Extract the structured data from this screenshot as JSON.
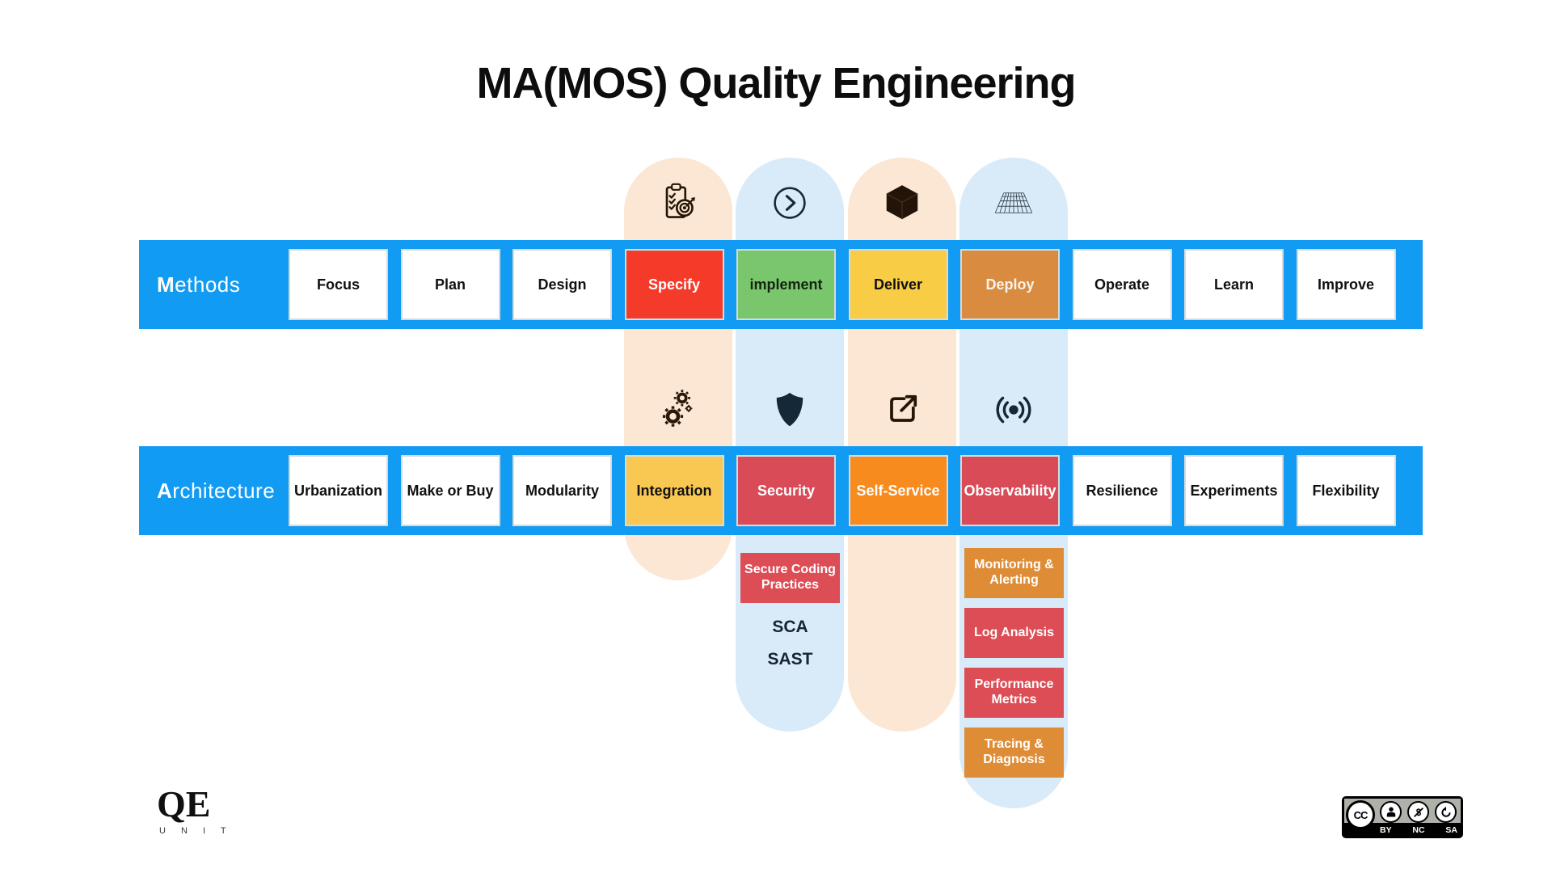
{
  "title": "MA(MOS) Quality Engineering",
  "colors": {
    "bar_blue": "#129BF3",
    "pill_peach": "#FBE7D4",
    "pill_blue": "#D9EBF9",
    "box_border": "#D9D9D9",
    "specify_red": "#F43B2A",
    "implement_green": "#79C66D",
    "deliver_yellow": "#F9CC46",
    "deploy_orange": "#D98C3F",
    "integration_yellow": "#F9C852",
    "security_red": "#D84B57",
    "self_service_orange": "#F88B1E",
    "observability_red": "#D84B57",
    "sub_red": "#DD4D56",
    "sub_orange": "#DE8C36"
  },
  "pills": [
    {
      "column": "specify-integration",
      "color": "#FBE7D4",
      "top_icon": "clipboard-target-icon",
      "mid_icon": "gears-icon"
    },
    {
      "column": "implement-security",
      "color": "#D9EBF9",
      "top_icon": "chevron-circle-icon",
      "mid_icon": "shield-icon"
    },
    {
      "column": "deliver-selfservice",
      "color": "#FBE7D4",
      "top_icon": "cube-icon",
      "mid_icon": "external-link-icon"
    },
    {
      "column": "deploy-observability",
      "color": "#D9EBF9",
      "top_icon": "grid-plane-icon",
      "mid_icon": "broadcast-icon"
    }
  ],
  "methods": {
    "label_initial": "M",
    "label_rest": "ethods",
    "bar_color": "#129BF3",
    "items": [
      {
        "label": "Focus",
        "bg": "#FFFFFF",
        "fg": "#111111"
      },
      {
        "label": "Plan",
        "bg": "#FFFFFF",
        "fg": "#111111"
      },
      {
        "label": "Design",
        "bg": "#FFFFFF",
        "fg": "#111111"
      },
      {
        "label": "Specify",
        "bg": "#F43B2A",
        "fg": "#FFFFFF"
      },
      {
        "label": "implement",
        "bg": "#79C66D",
        "fg": "#14240F"
      },
      {
        "label": "Deliver",
        "bg": "#F9CC46",
        "fg": "#111111"
      },
      {
        "label": "Deploy",
        "bg": "#D98C3F",
        "fg": "#F7F3EC"
      },
      {
        "label": "Operate",
        "bg": "#FFFFFF",
        "fg": "#111111"
      },
      {
        "label": "Learn",
        "bg": "#FFFFFF",
        "fg": "#111111"
      },
      {
        "label": "Improve",
        "bg": "#FFFFFF",
        "fg": "#111111"
      }
    ]
  },
  "architecture": {
    "label_initial": "A",
    "label_rest": "rchitecture",
    "bar_color": "#129BF3",
    "items": [
      {
        "label": "Urbanization",
        "bg": "#FFFFFF",
        "fg": "#111111"
      },
      {
        "label": "Make or Buy",
        "bg": "#FFFFFF",
        "fg": "#111111"
      },
      {
        "label": "Modularity",
        "bg": "#FFFFFF",
        "fg": "#111111"
      },
      {
        "label": "Integration",
        "bg": "#F9C852",
        "fg": "#111111"
      },
      {
        "label": "Security",
        "bg": "#D84B57",
        "fg": "#FFFFFF"
      },
      {
        "label": "Self-Service",
        "bg": "#F88B1E",
        "fg": "#FFFFFF"
      },
      {
        "label": "Observability",
        "bg": "#D84B57",
        "fg": "#FFFFFF"
      },
      {
        "label": "Resilience",
        "bg": "#FFFFFF",
        "fg": "#111111"
      },
      {
        "label": "Experiments",
        "bg": "#FFFFFF",
        "fg": "#111111"
      },
      {
        "label": "Flexibility",
        "bg": "#FFFFFF",
        "fg": "#111111"
      }
    ]
  },
  "security_details": {
    "boxes": [
      {
        "label": "Secure Coding Practices",
        "bg": "#DD4D56",
        "fg": "#FFFFFF"
      }
    ],
    "plain_items": [
      "SCA",
      "SAST"
    ]
  },
  "observability_details": {
    "boxes": [
      {
        "label": "Monitoring & Alerting",
        "bg": "#DE8C36",
        "fg": "#FFFFFF"
      },
      {
        "label": "Log Analysis",
        "bg": "#DD4D56",
        "fg": "#FFFFFF"
      },
      {
        "label": "Performance Metrics",
        "bg": "#DD4D56",
        "fg": "#FFFFFF"
      },
      {
        "label": "Tracing & Diagnosis",
        "bg": "#DE8C36",
        "fg": "#FFFFFF"
      }
    ]
  },
  "logo": {
    "main": "QE",
    "sub": "U N I T"
  },
  "license": {
    "cc": "CC",
    "badges": [
      "BY",
      "NC",
      "SA"
    ]
  }
}
